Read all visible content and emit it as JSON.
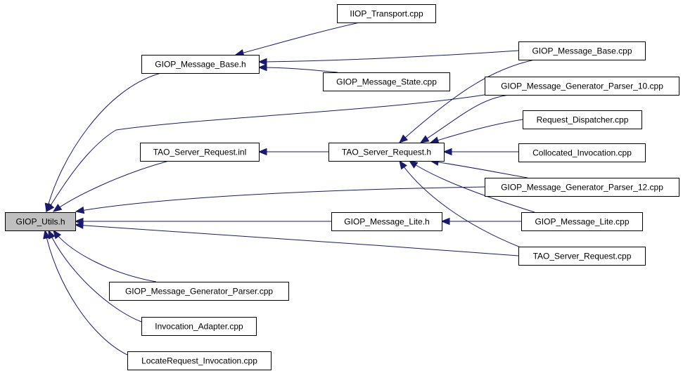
{
  "colors": {
    "edge": "#191970",
    "node_fill": "#ffffff",
    "root_fill": "#bfbfbf",
    "node_border": "#000000"
  },
  "nodes": [
    {
      "id": "utils",
      "label": "GIOP_Utils.h",
      "root": true
    },
    {
      "id": "base_h",
      "label": "GIOP_Message_Base.h"
    },
    {
      "id": "iiop",
      "label": "IIOP_Transport.cpp"
    },
    {
      "id": "state",
      "label": "GIOP_Message_State.cpp"
    },
    {
      "id": "base_cpp",
      "label": "GIOP_Message_Base.cpp"
    },
    {
      "id": "gp10",
      "label": "GIOP_Message_Generator_Parser_10.cpp"
    },
    {
      "id": "srv_inl",
      "label": "TAO_Server_Request.inl"
    },
    {
      "id": "srv_h",
      "label": "TAO_Server_Request.h"
    },
    {
      "id": "req_disp",
      "label": "Request_Dispatcher.cpp"
    },
    {
      "id": "coll_inv",
      "label": "Collocated_Invocation.cpp"
    },
    {
      "id": "gp12",
      "label": "GIOP_Message_Generator_Parser_12.cpp"
    },
    {
      "id": "lite_h",
      "label": "GIOP_Message_Lite.h"
    },
    {
      "id": "lite_cpp",
      "label": "GIOP_Message_Lite.cpp"
    },
    {
      "id": "srv_cpp",
      "label": "TAO_Server_Request.cpp"
    },
    {
      "id": "gp",
      "label": "GIOP_Message_Generator_Parser.cpp"
    },
    {
      "id": "inv_adapt",
      "label": "Invocation_Adapter.cpp"
    },
    {
      "id": "loc_req",
      "label": "LocateRequest_Invocation.cpp"
    }
  ],
  "edges": [
    {
      "from": "base_h",
      "to": "utils"
    },
    {
      "from": "gp10",
      "to": "utils"
    },
    {
      "from": "srv_inl",
      "to": "utils"
    },
    {
      "from": "gp12",
      "to": "utils"
    },
    {
      "from": "lite_h",
      "to": "utils"
    },
    {
      "from": "srv_cpp",
      "to": "utils"
    },
    {
      "from": "gp",
      "to": "utils"
    },
    {
      "from": "inv_adapt",
      "to": "utils"
    },
    {
      "from": "loc_req",
      "to": "utils"
    },
    {
      "from": "iiop",
      "to": "base_h"
    },
    {
      "from": "base_cpp",
      "to": "base_h"
    },
    {
      "from": "state",
      "to": "base_h"
    },
    {
      "from": "srv_h",
      "to": "srv_inl"
    },
    {
      "from": "base_cpp",
      "to": "srv_h"
    },
    {
      "from": "gp10",
      "to": "srv_h"
    },
    {
      "from": "req_disp",
      "to": "srv_h"
    },
    {
      "from": "coll_inv",
      "to": "srv_h"
    },
    {
      "from": "gp12",
      "to": "srv_h"
    },
    {
      "from": "lite_cpp",
      "to": "srv_h"
    },
    {
      "from": "srv_cpp",
      "to": "srv_h"
    },
    {
      "from": "lite_cpp",
      "to": "lite_h"
    }
  ]
}
